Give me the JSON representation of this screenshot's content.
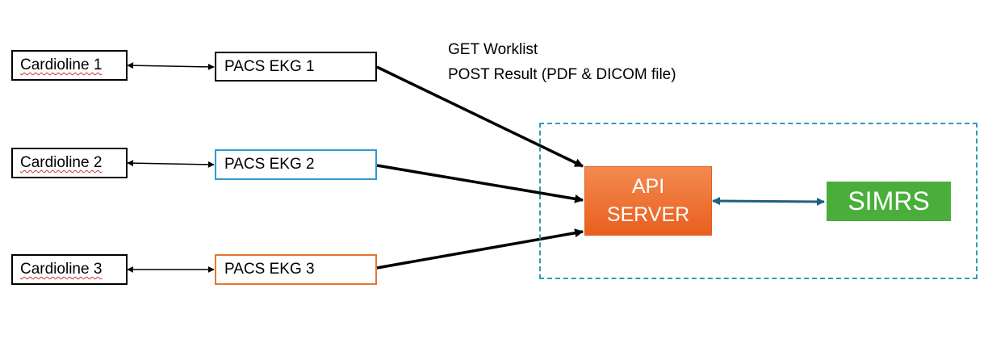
{
  "cardiolines": [
    {
      "label": "Cardioline 1"
    },
    {
      "label": "Cardioline 2"
    },
    {
      "label": "Cardioline 3"
    }
  ],
  "pacs": [
    {
      "label": "PACS EKG 1",
      "border_color": "#000000"
    },
    {
      "label": "PACS EKG 2",
      "border_color": "#2e9ad0"
    },
    {
      "label": "PACS EKG 3",
      "border_color": "#e3772f"
    }
  ],
  "annotations": {
    "line1": "GET Worklist",
    "line2": "POST Result (PDF & DICOM file)"
  },
  "api_server": {
    "line1": "API",
    "line2": "SERVER",
    "color": "#ed6b2c"
  },
  "simrs": {
    "label": "SIMRS",
    "color": "#4aae3b"
  },
  "colors": {
    "server_zone_border": "#2e9ab8",
    "api_simrs_link": "#1f5f7f",
    "arrow": "#000000"
  }
}
